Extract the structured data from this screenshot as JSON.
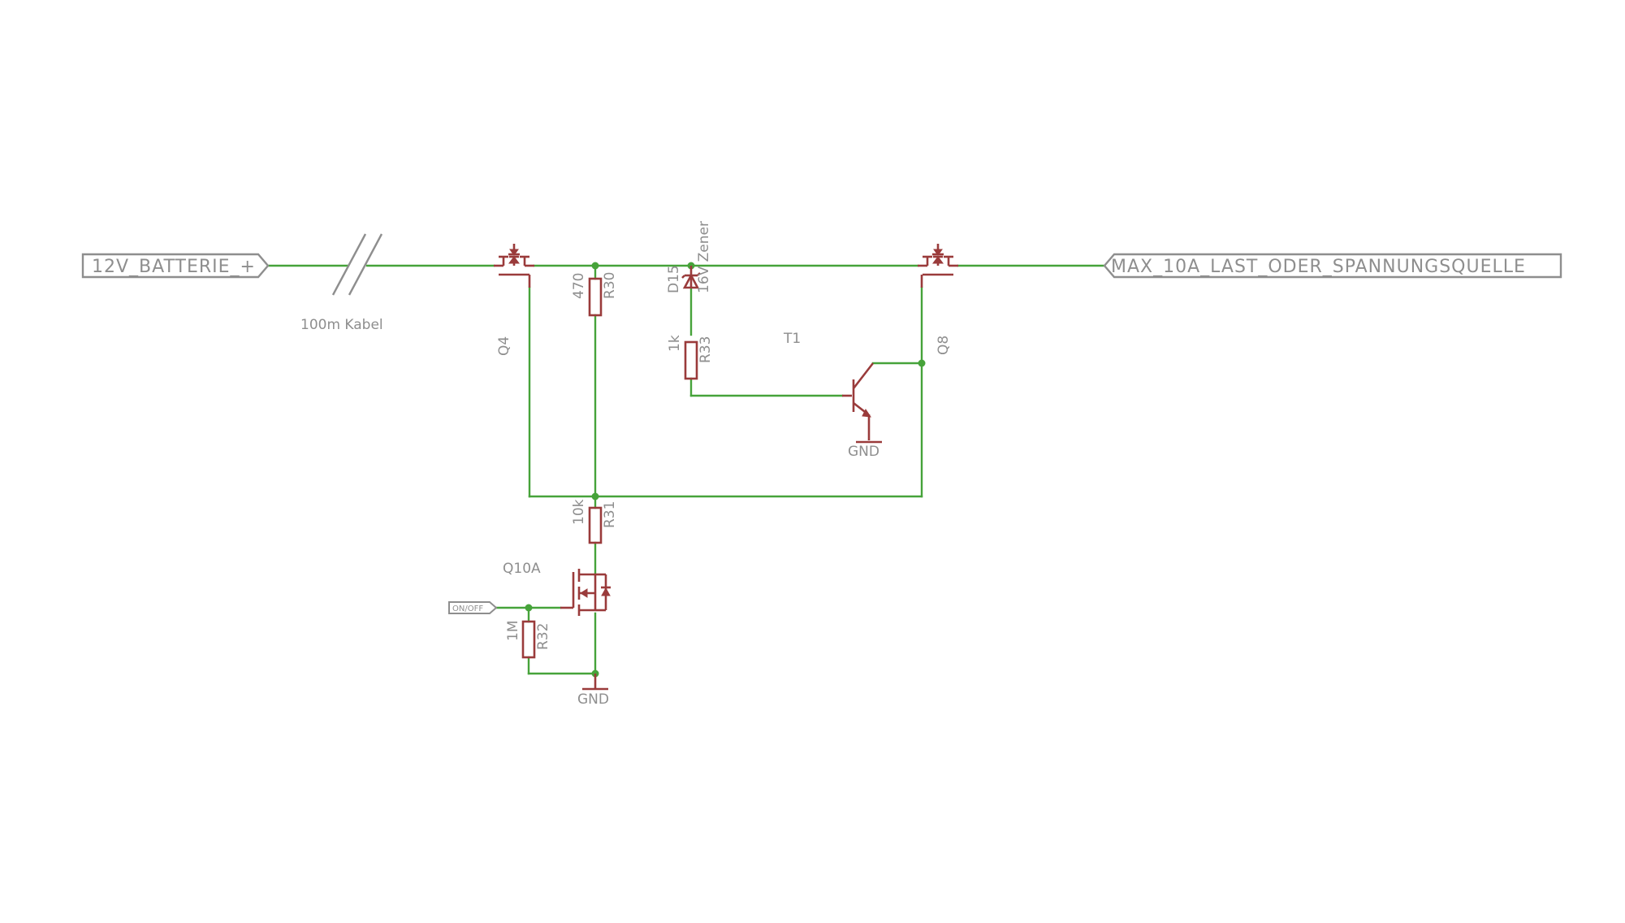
{
  "ports": {
    "battery": "12V_BATTERIE_+",
    "load": "MAX_10A_LAST_ODER_SPANNUNGSQUELLE",
    "onoff": "ON/OFF"
  },
  "cable": {
    "label": "100m Kabel"
  },
  "components": {
    "q4": {
      "name": "Q4"
    },
    "q8": {
      "name": "Q8"
    },
    "q10a": {
      "name": "Q10A"
    },
    "t1": {
      "name": "T1"
    },
    "r30": {
      "name": "R30",
      "value": "470"
    },
    "r31": {
      "name": "R31",
      "value": "10k"
    },
    "r32": {
      "name": "R32",
      "value": "1M"
    },
    "r33": {
      "name": "R33",
      "value": "1k"
    },
    "d15": {
      "name": "D15",
      "value": "16V Zener"
    }
  },
  "supplies": {
    "gnd_t1": "GND",
    "gnd_q10a": "GND"
  },
  "colors": {
    "wire": "#46a33a",
    "component": "#9a3b3b",
    "label": "#8e8e8e",
    "background": "#ffffff"
  }
}
